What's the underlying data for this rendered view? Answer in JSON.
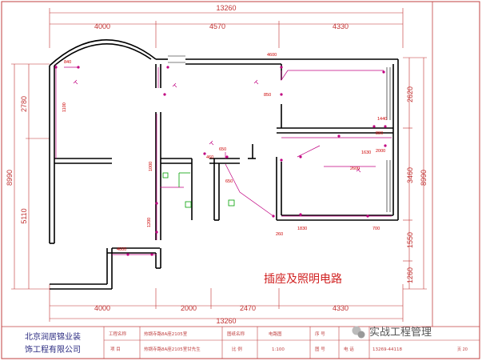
{
  "dimensions": {
    "top_total": "13260",
    "top_segments": [
      "4000",
      "4570",
      "4330"
    ],
    "bottom_total": "13260",
    "bottom_segments": [
      "4000",
      "2000",
      "2470",
      "4330"
    ],
    "left_total": "8990",
    "left_segments": [
      "2780",
      "5110"
    ],
    "right_total": "8990",
    "right_segments": [
      "2620",
      "3460",
      "1550",
      "1260"
    ]
  },
  "annotations": {
    "a_840": "840",
    "a_4600": "4600",
    "a_850": "850",
    "a_1440": "1440",
    "a_2000": "2000",
    "a_1630": "1630",
    "a_2600": "2600",
    "a_650": "650",
    "a_460": "460",
    "a_1000": "1000",
    "a_260": "260",
    "a_1830": "1830",
    "a_700": "700",
    "a_4600b": "4600",
    "a_1100": "1100",
    "a_1200": "1200",
    "a_650b": "650",
    "a_880": "880"
  },
  "drawing_title": "插座及照明电路",
  "title_block": {
    "company_line1": "北京润居锦业装",
    "company_line2": "饰工程有限公司",
    "row1": {
      "label1": "工程名称",
      "value1": "热锅寺路8A座2105室",
      "label2": "图纸名称",
      "value2": "电路图",
      "label3": "序 号",
      "value3": ""
    },
    "row2": {
      "label1": "项 目",
      "value1": "热锅寺路8A座2105室甘先生",
      "label2": "比 例",
      "value2": "1:100",
      "label3": "图 号",
      "value3": "电 话",
      "value4": "13269-44118"
    },
    "page_number": "页 20"
  },
  "watermark": {
    "text": "实战工程管理",
    "icon": "wechat-icon"
  },
  "colors": {
    "wall": "#000000",
    "dimension": "#c03030",
    "circuit": "#c00080",
    "frame": "#c04040",
    "fixture_green": "#00a000"
  }
}
